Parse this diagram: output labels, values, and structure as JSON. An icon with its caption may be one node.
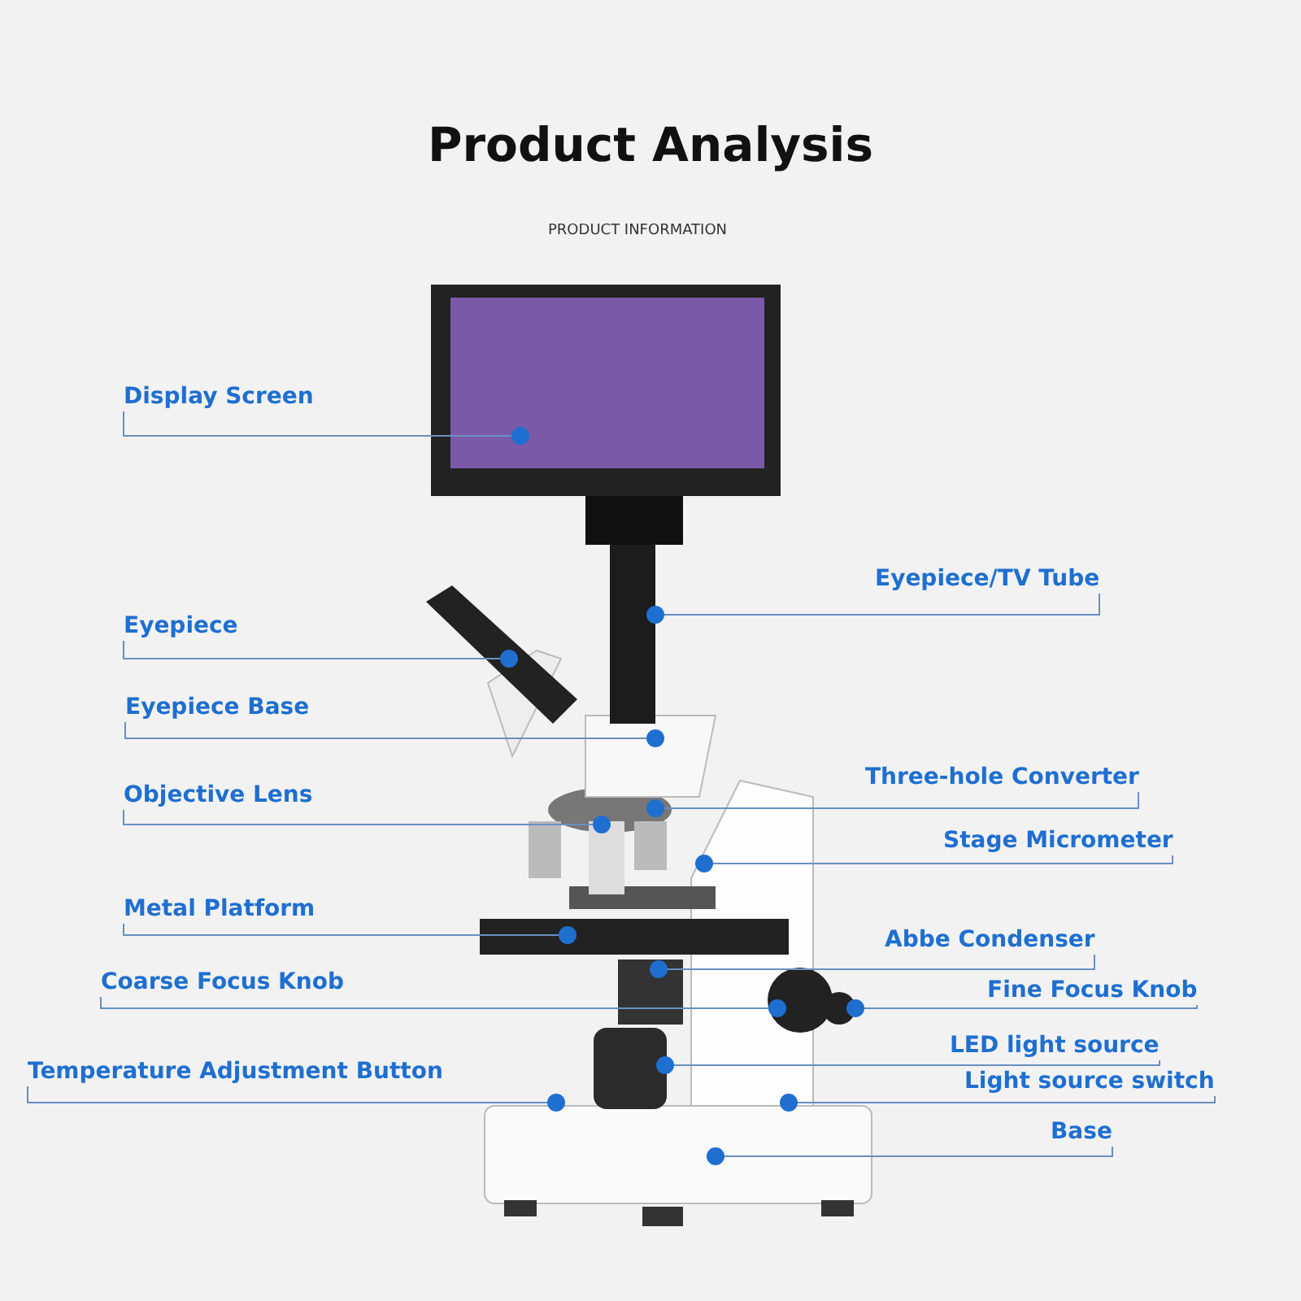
{
  "diagram": {
    "title": "Product Analysis",
    "nodes": [
      {
        "text": [
          "Display Screen"
        ]
      },
      {
        "text": [
          "Eyepiece/TV Tube"
        ]
      },
      {
        "text": [
          "Eyepiece"
        ]
      },
      {
        "text": [
          "Eyepiece Base"
        ]
      },
      {
        "text": [
          "Three-hole Converter"
        ]
      },
      {
        "text": [
          "Objective Lens"
        ]
      },
      {
        "text": [
          "Stage Micrometer"
        ]
      },
      {
        "text": [
          "Metal Platform"
        ]
      },
      {
        "text": [
          "Abbe Condenser"
        ]
      },
      {
        "text": [
          "Coarse Focus Knob"
        ]
      },
      {
        "text": [
          "Fine Focus Knob"
        ]
      },
      {
        "text": [
          "LED light source"
        ]
      },
      {
        "text": [
          "Temperature Adjustment Button"
        ]
      },
      {
        "text": [
          "Light source switch"
        ]
      },
      {
        "text": [
          "Base"
        ]
      },
      {
        "text": [],
        "shape": "circle"
      }
    ],
    "edges": [
      {
        "from": 0,
        "to": null,
        "arrow": "other"
      },
      {
        "from": 1,
        "to": null,
        "arrow": "other"
      },
      {
        "from": 2,
        "to": null,
        "arrow": "other"
      },
      {
        "from": 3,
        "to": null,
        "arrow": "other"
      },
      {
        "from": 4,
        "to": null,
        "arrow": "other"
      },
      {
        "from": 5,
        "to": null,
        "arrow": "other"
      },
      {
        "from": 6,
        "to": null,
        "arrow": "other"
      },
      {
        "from": 7,
        "to": null,
        "arrow": "other"
      },
      {
        "from": 8,
        "to": null,
        "arrow": "other"
      },
      {
        "from": 9,
        "to": null,
        "arrow": "other"
      },
      {
        "from": 10,
        "to": 15,
        "arrow": "other"
      },
      {
        "from": 11,
        "to": null,
        "arrow": "other"
      },
      {
        "from": 12,
        "to": null,
        "arrow": "other"
      },
      {
        "from": 13,
        "to": null,
        "arrow": "other"
      },
      {
        "from": 14,
        "to": null,
        "arrow": "other"
      }
    ],
    "labels": [
      "PRODUCT INFORMATION"
    ]
  }
}
